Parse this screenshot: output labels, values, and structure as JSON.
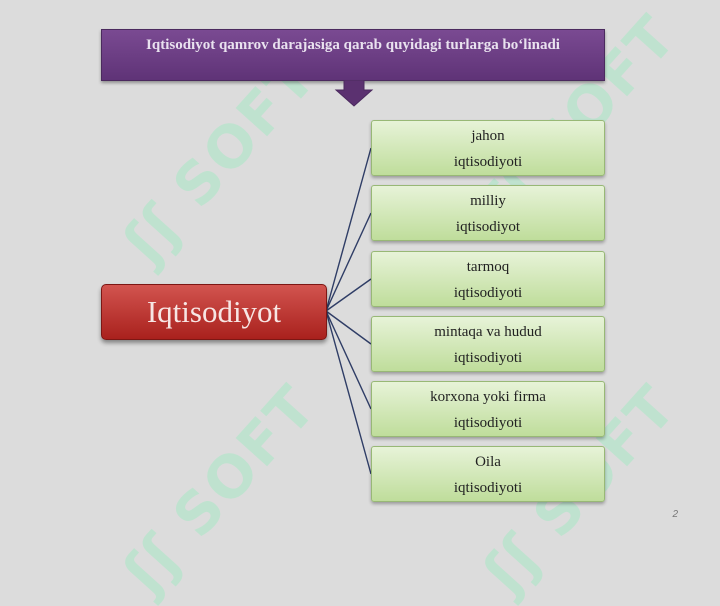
{
  "title": "Iqtisodiyot qamrov darajasiga qarab quyidagi turlarga bo‘linadi",
  "root": "Iqtisodiyot",
  "children": [
    {
      "line1": "jahon",
      "line2": "iqtisodiyoti"
    },
    {
      "line1": "milliy",
      "line2": "iqtisodiyot"
    },
    {
      "line1": "tarmoq",
      "line2": "iqtisodiyoti"
    },
    {
      "line1": "mintaqa va hudud",
      "line2": "iqtisodiyoti"
    },
    {
      "line1": "korxona yoki firma",
      "line2": "iqtisodiyoti"
    },
    {
      "line1": "Oila",
      "line2": "iqtisodiyoti"
    }
  ],
  "page_number": "2",
  "colors": {
    "banner": "#6a3d82",
    "root": "#c0392b",
    "child_fill": "#d4e9bd",
    "connector": "#2f3d66",
    "watermark": "#a9e8c6"
  }
}
